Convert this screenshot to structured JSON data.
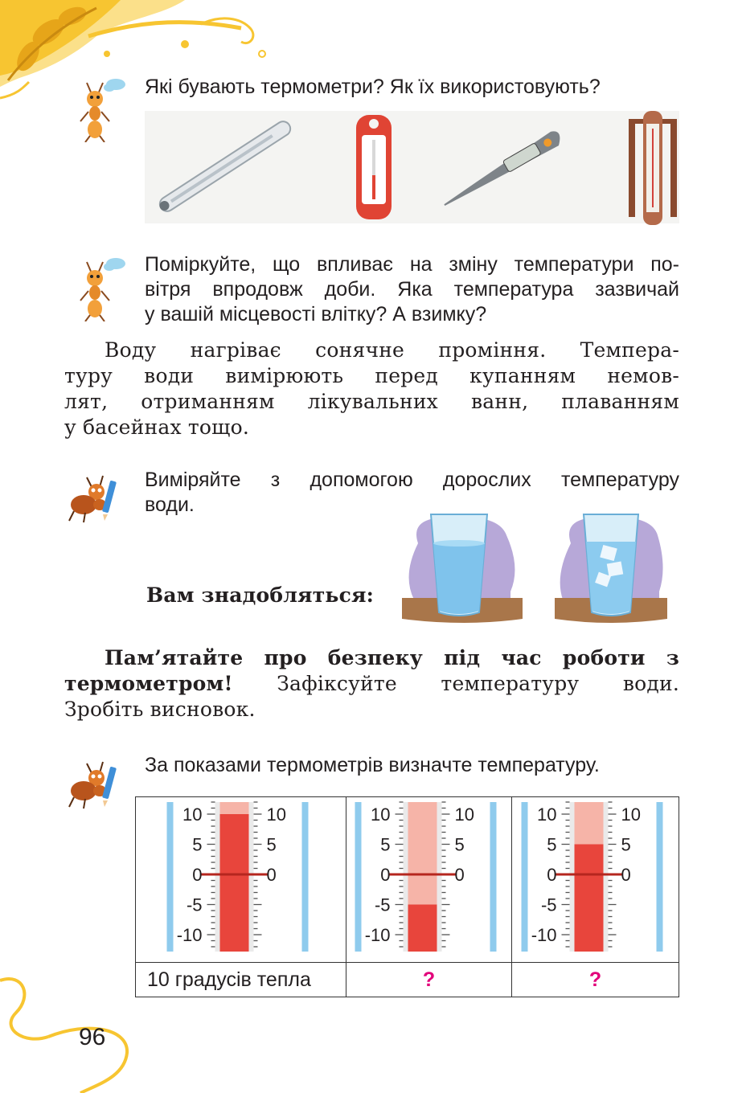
{
  "colors": {
    "accent_yellow": "#f7c531",
    "thermo_red": "#e8453c",
    "thermo_pink": "#f6b4a8",
    "question_mark": "#e2007a",
    "tube_blue": "#8fcbed"
  },
  "icons": {
    "ant_thinking": "ant-thinking-icon",
    "ant_writing": "ant-pencil-icon"
  },
  "section1": {
    "question": "Які бувають термометри? Як їх використовують?"
  },
  "section2": {
    "line1": "Поміркуйте, що впливає на зміну температури по-",
    "line2": "вітря впродовж доби. Яка температура зазвичай",
    "line3": "у вашій місцевості влітку? А взимку?"
  },
  "paragraph1": {
    "line1": "Воду нагріває сонячне проміння. Темпера-",
    "line2": "туру води вимірюють перед купанням немов-",
    "line3": "лят, отриманням лікувальних ванн, плаванням",
    "line4": "у басейнах тощо."
  },
  "task1": {
    "line1": "Виміряйте з допомогою дорослих температуру",
    "line2": "води.",
    "needed_label": "Вам знадобляться:"
  },
  "safety": {
    "bold1": "Пам’ятайте про безпеку під час роботи з",
    "bold2": "термометром!",
    "rest2": " Зафіксуйте температуру води.",
    "line3": "Зробіть висновок."
  },
  "task2": {
    "instruction": "За показами термометрів визначте температуру.",
    "scale_labels": [
      "10",
      "5",
      "0",
      "-5",
      "-10"
    ],
    "thermometers": [
      {
        "reading": 10,
        "answer": "10 градусів тепла"
      },
      {
        "reading": -5,
        "answer": "?"
      },
      {
        "reading": 5,
        "answer": "?"
      }
    ]
  },
  "page_number": "96"
}
